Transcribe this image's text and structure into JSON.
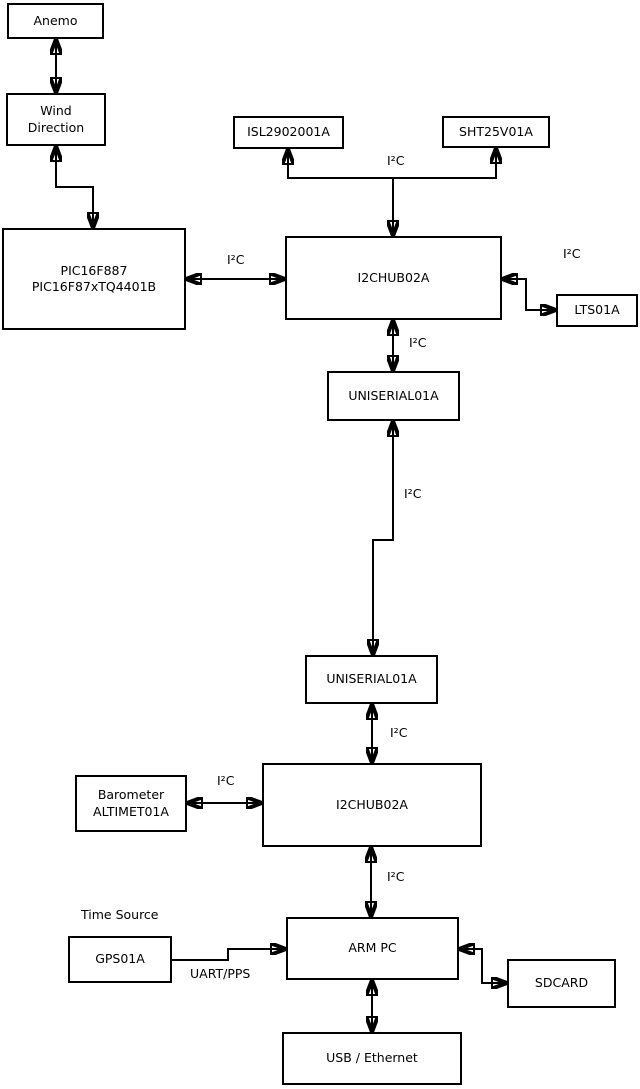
{
  "diagram": {
    "nodes": {
      "anemo": {
        "label": "Anemo"
      },
      "wind_direction": {
        "label": "Wind\nDirection"
      },
      "pic": {
        "label": "PIC16F887\nPIC16F87xTQ4401B"
      },
      "isl": {
        "label": "ISL2902001A"
      },
      "sht": {
        "label": "SHT25V01A"
      },
      "i2c_hub_top": {
        "label": "I2CHUB02A"
      },
      "lts": {
        "label": "LTS01A"
      },
      "uniserial_top": {
        "label": "UNISERIAL01A"
      },
      "uniserial_bottom": {
        "label": "UNISERIAL01A"
      },
      "i2c_hub_bottom": {
        "label": "I2CHUB02A"
      },
      "barometer": {
        "label": "Barometer\nALTIMET01A"
      },
      "gps": {
        "label": "GPS01A"
      },
      "arm_pc": {
        "label": "ARM PC"
      },
      "sdcard": {
        "label": "SDCARD"
      },
      "usb_ethernet": {
        "label": "USB / Ethernet"
      }
    },
    "edge_labels": {
      "pic_hub": "I²C",
      "sensor_branch": "I²C",
      "hub_lts": "I²C",
      "hub_uniserial": "I²C",
      "uniserial_link": "I²C",
      "uniserial_hub2": "I²C",
      "barometer_hub2": "I²C",
      "hub2_armpc": "I²C",
      "gps_armpc": "UART/PPS"
    },
    "annotations": {
      "time_source": "Time Source"
    },
    "colors": {
      "line": "#000000",
      "box_fill": "#ffffff",
      "background": "#ffffff"
    }
  }
}
